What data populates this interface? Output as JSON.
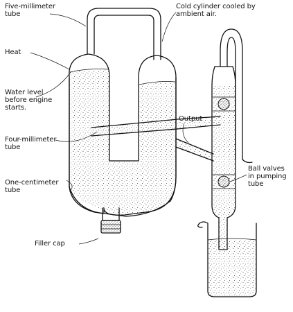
{
  "labels": {
    "five_mm_tube": "Five-millimeter\ntube",
    "cold_cylinder": "Cold cylinder cooled by\nambient air.",
    "heat": "Heat",
    "water_level": "Water level\nbefore engine\nstarts.",
    "output": "Output",
    "four_mm_tube": "Four-millimeter\ntube",
    "ball_valves": "Ball valves\nin pumping\ntube",
    "one_cm_tube": "One-centimeter\ntube",
    "filler_cap": "Filler cap"
  },
  "colors": {
    "ink": "#111111",
    "paper": "#ffffff"
  }
}
